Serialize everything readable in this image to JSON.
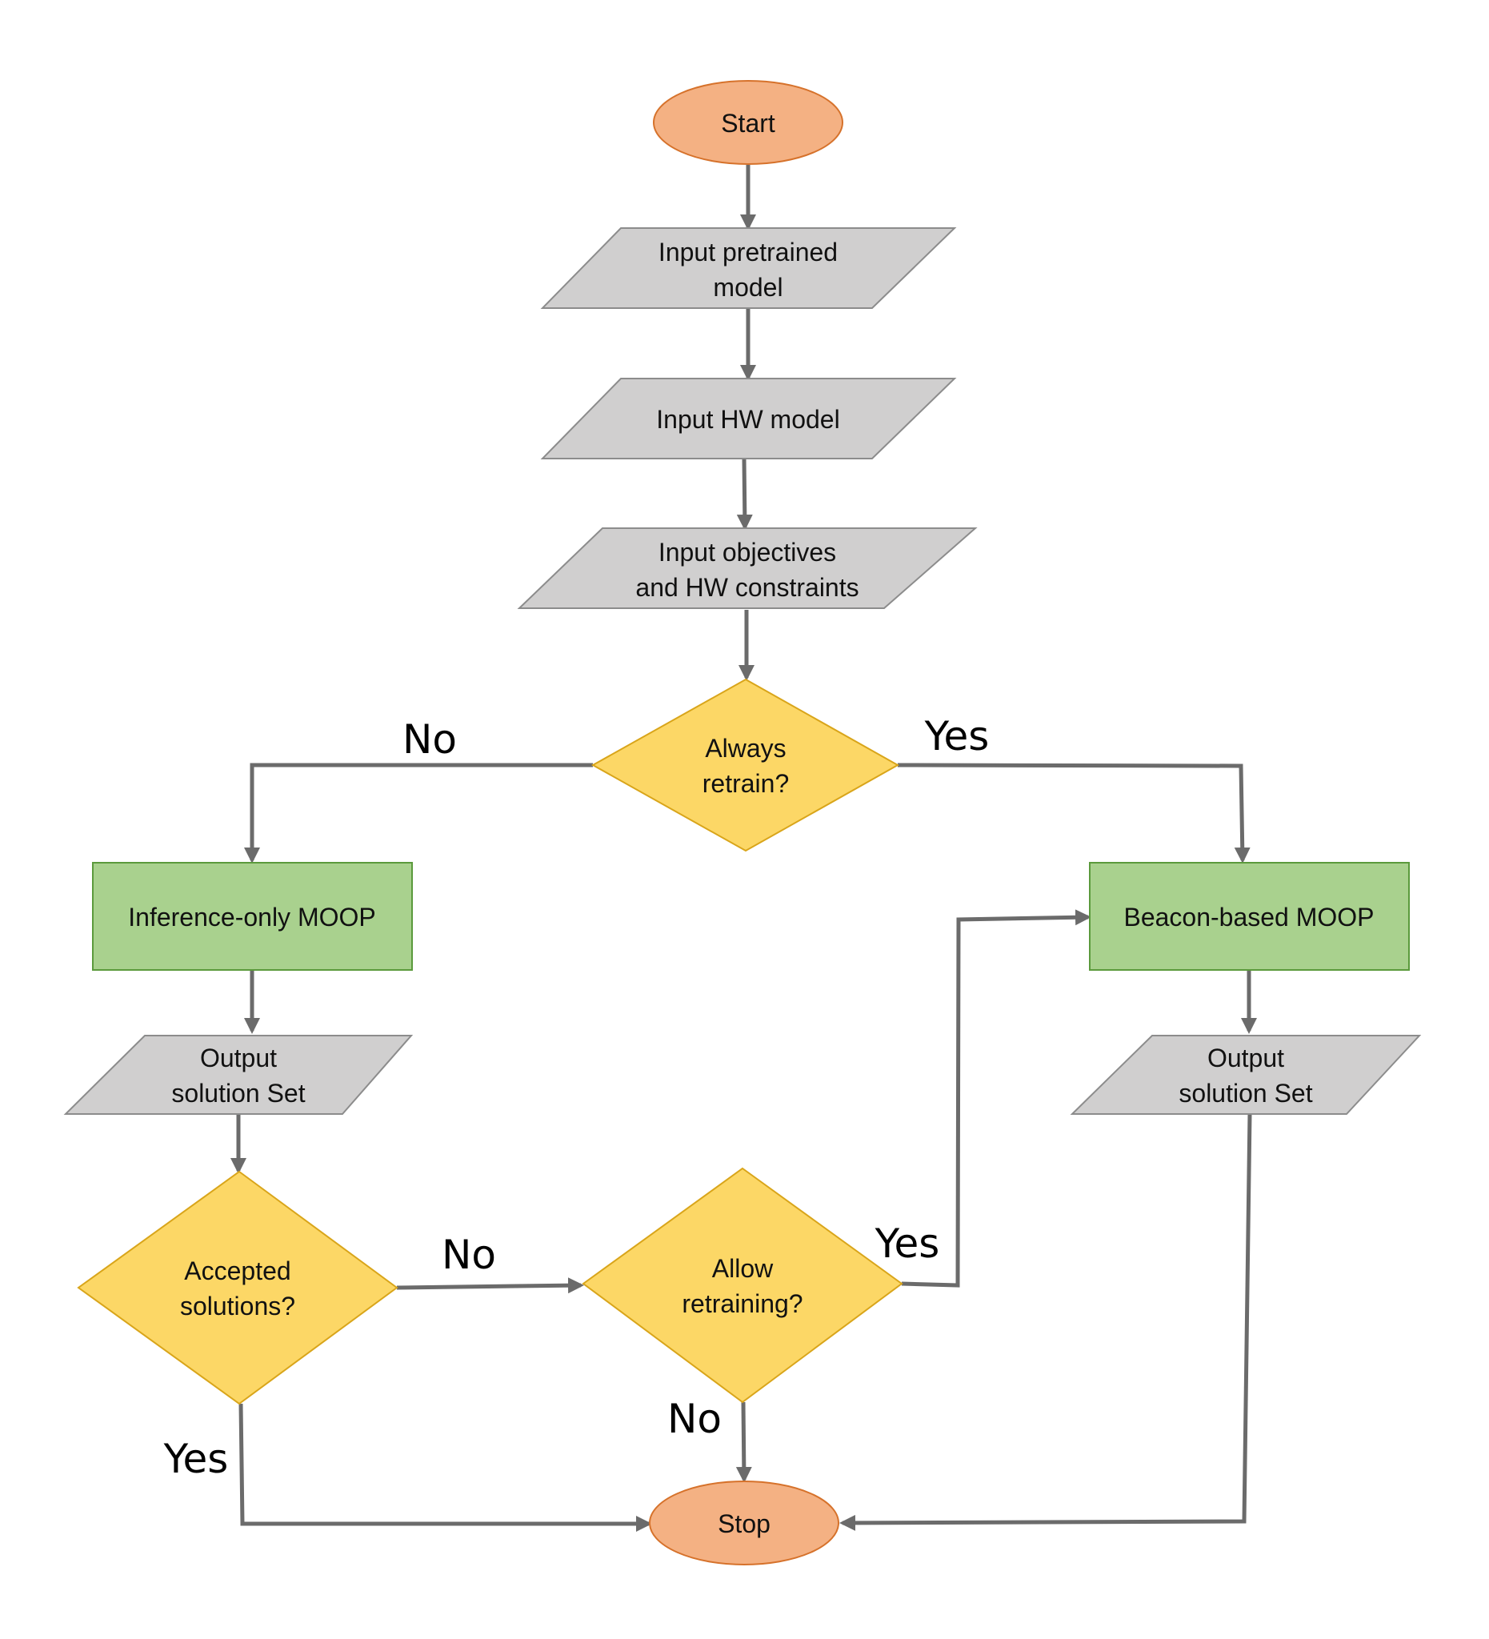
{
  "diagram": {
    "nodes": {
      "start": {
        "lines": [
          "Start"
        ]
      },
      "input_pretrained": {
        "lines": [
          "Input pretrained",
          "model"
        ]
      },
      "input_hw": {
        "lines": [
          "Input HW model"
        ]
      },
      "input_objectives": {
        "lines": [
          "Input objectives",
          "and HW constraints"
        ]
      },
      "always_retrain": {
        "lines": [
          "Always",
          "retrain?"
        ]
      },
      "inference_moop": {
        "lines": [
          "Inference-only MOOP"
        ]
      },
      "beacon_moop": {
        "lines": [
          "Beacon-based MOOP"
        ]
      },
      "output_left": {
        "lines": [
          "Output",
          "solution Set"
        ]
      },
      "output_right": {
        "lines": [
          "Output",
          "solution Set"
        ]
      },
      "accepted": {
        "lines": [
          "Accepted",
          "solutions?"
        ]
      },
      "allow_retraining": {
        "lines": [
          "Allow",
          "retraining?"
        ]
      },
      "stop": {
        "lines": [
          "Stop"
        ]
      }
    },
    "edge_labels": {
      "always_no": "No",
      "always_yes": "Yes",
      "accepted_no": "No",
      "allow_yes": "Yes",
      "allow_no": "No",
      "accepted_yes": "Yes"
    },
    "colors": {
      "terminal_fill": "#f4b183",
      "terminal_stroke": "#d6722b",
      "io_fill": "#d0cfcf",
      "io_stroke": "#8c8c8c",
      "decision_fill": "#fcd766",
      "decision_stroke": "#d9a51a",
      "process_fill": "#a9d18e",
      "process_stroke": "#5b9a3c",
      "connector": "#6b6b6b"
    }
  }
}
